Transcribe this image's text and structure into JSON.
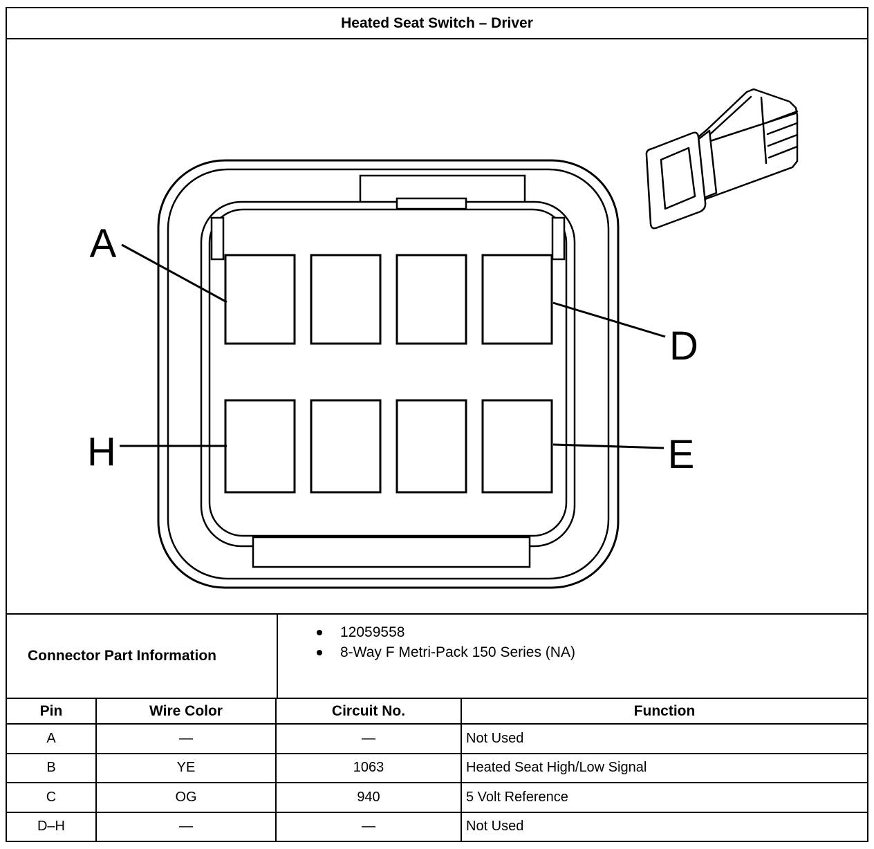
{
  "title": "Heated Seat Switch – Driver",
  "connector_view": {
    "pin_labels": {
      "a": "A",
      "d": "D",
      "h": "H",
      "e": "E"
    }
  },
  "part_info": {
    "label": "Connector Part Information",
    "items": [
      "12059558",
      "8-Way F Metri-Pack 150 Series (NA)"
    ]
  },
  "pin_table": {
    "headers": [
      "Pin",
      "Wire Color",
      "Circuit No.",
      "Function"
    ],
    "rows": [
      [
        "A",
        "—",
        "—",
        "Not Used"
      ],
      [
        "B",
        "YE",
        "1063",
        "Heated Seat High/Low Signal"
      ],
      [
        "C",
        "OG",
        "940",
        "5 Volt Reference"
      ],
      [
        "D–H",
        "—",
        "—",
        "Not Used"
      ]
    ]
  }
}
